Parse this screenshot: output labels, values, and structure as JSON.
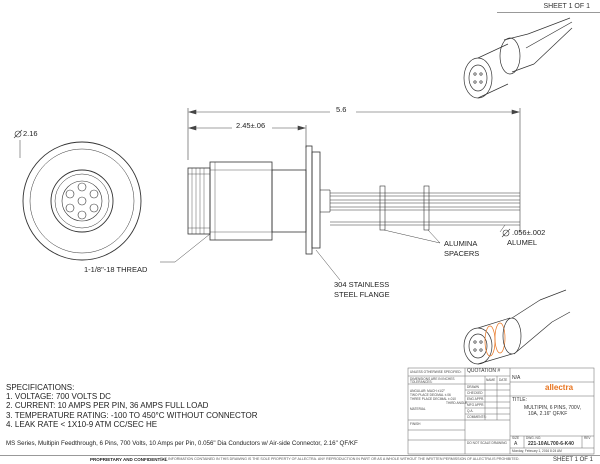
{
  "sheet": {
    "top": "SHEET 1 OF 1",
    "bottom": "SHEET 1 OF 1"
  },
  "dims": {
    "overall_length": "5.6",
    "body_length": "2.45±.06",
    "flange_diameter": "2.16",
    "conductor_diameter": ".056±.002",
    "conductor_material": "ALUMEL",
    "thread": "1-1/8\"-18 THREAD"
  },
  "callouts": {
    "spacers_line1": "ALUMINA",
    "spacers_line2": "SPACERS",
    "flange_line1": "304 STAINLESS",
    "flange_line2": "STEEL FLANGE"
  },
  "specs": {
    "heading": "SPECIFICATIONS:",
    "items": [
      "1.  VOLTAGE:  700 VOLTS DC",
      "2.  CURRENT: 10 AMPS PER PIN, 36 AMPS FULL LOAD",
      "3.  TEMPERATURE  RATING:  -100 TO 450°C WITHOUT CONNECTOR",
      "4.  LEAK RATE < 1X10-9 ATM CC/SEC HE"
    ]
  },
  "description": "MS Series, Multipin Feedthrough, 6 Pins, 700 Volts, 10 Amps per Pin, 0.056\" Dia Conductors w/ Air-side Connector, 2.16\" QF/KF",
  "footer": {
    "proprietary_label": "PROPRIETARY AND CONFIDENTIAL",
    "proprietary_text": "THE INFORMATION CONTAINED IN THIS DRAWING IS THE SOLE PROPERTY OF ALLECTRA. ANY REPRODUCTION IN PART OR AS A WHOLE WITHOUT THE WRITTEN PERMISSION OF ALLECTRA IS PROHIBITED."
  },
  "title_block": {
    "unless": "UNLESS OTHERWISE SPECIFIED:",
    "quotation": "QUOTATION #",
    "name": "NAME",
    "date": "DATE",
    "dimensions": "DIMENSIONS ARE IN INCHES",
    "tolerances": "TOLERANCES:",
    "drawn": "DRAWN",
    "checked": "CHECKED",
    "eng_appr": "ENG APPR.",
    "mfg_appr": "MFG APPR.",
    "qa": "Q.A.",
    "comments": "COMMENTS:",
    "angular": "ANGULAR: MACH ±1/2°",
    "two_place": "TWO PLACE DECIMAL  ±.06",
    "three_place": "THREE PLACE DECIMAL  ±.010",
    "third_angle": "THIRD ANGLE",
    "material": "MATERIAL",
    "finish": "FINISH",
    "do_not_scale": "DO NOT SCALE DRAWING",
    "na": "N/A",
    "brand": "allectra",
    "title_label": "TITLE:",
    "title_line1": "MULTIPIN, 6 PINS, 700V,",
    "title_line2": "10A, 2.16\" QF/KF",
    "size_label": "SIZE",
    "dwg_label": "DWG. NO.",
    "rev_label": "REV",
    "size_value": "A",
    "dwg_value": "221-10AL700-6-K40",
    "scale": "Monday, February 1, 2016 8:24 AM"
  },
  "colors": {
    "line": "#3a3a3a",
    "brand_orange": "#e8731e",
    "light_line": "#9a9a9a"
  }
}
